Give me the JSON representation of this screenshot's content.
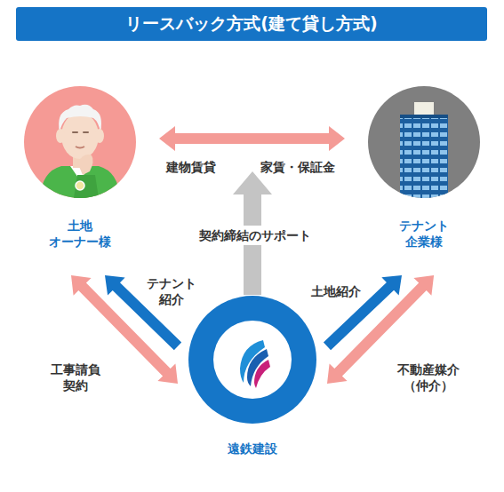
{
  "diagram": {
    "title": "リースバック方式(建て貸し方式)",
    "nodes": [
      {
        "text": [
          "土地 オーナー様"
        ]
      },
      {
        "text": [
          "テナント 企業様"
        ]
      },
      {
        "text": [
          "遠鉄建設"
        ]
      }
    ],
    "edges": [
      {
        "from": 0,
        "to": 1,
        "label": "建物賃貸",
        "arrow": "both"
      },
      {
        "from": 2,
        "to": 0,
        "label": "テナント 紹介",
        "arrow": "to"
      },
      {
        "from": 0,
        "to": 2,
        "label": "工事請負 契約",
        "arrow": "both"
      },
      {
        "from": 2,
        "to": 1,
        "label": "土地紹介",
        "arrow": "to"
      },
      {
        "from": 2,
        "to": 1,
        "label": "不動産媒介 （仲介）",
        "arrow": "both"
      }
    ],
    "labels": [
      "家賃・保証金",
      "契約締結のサポート"
    ]
  }
}
